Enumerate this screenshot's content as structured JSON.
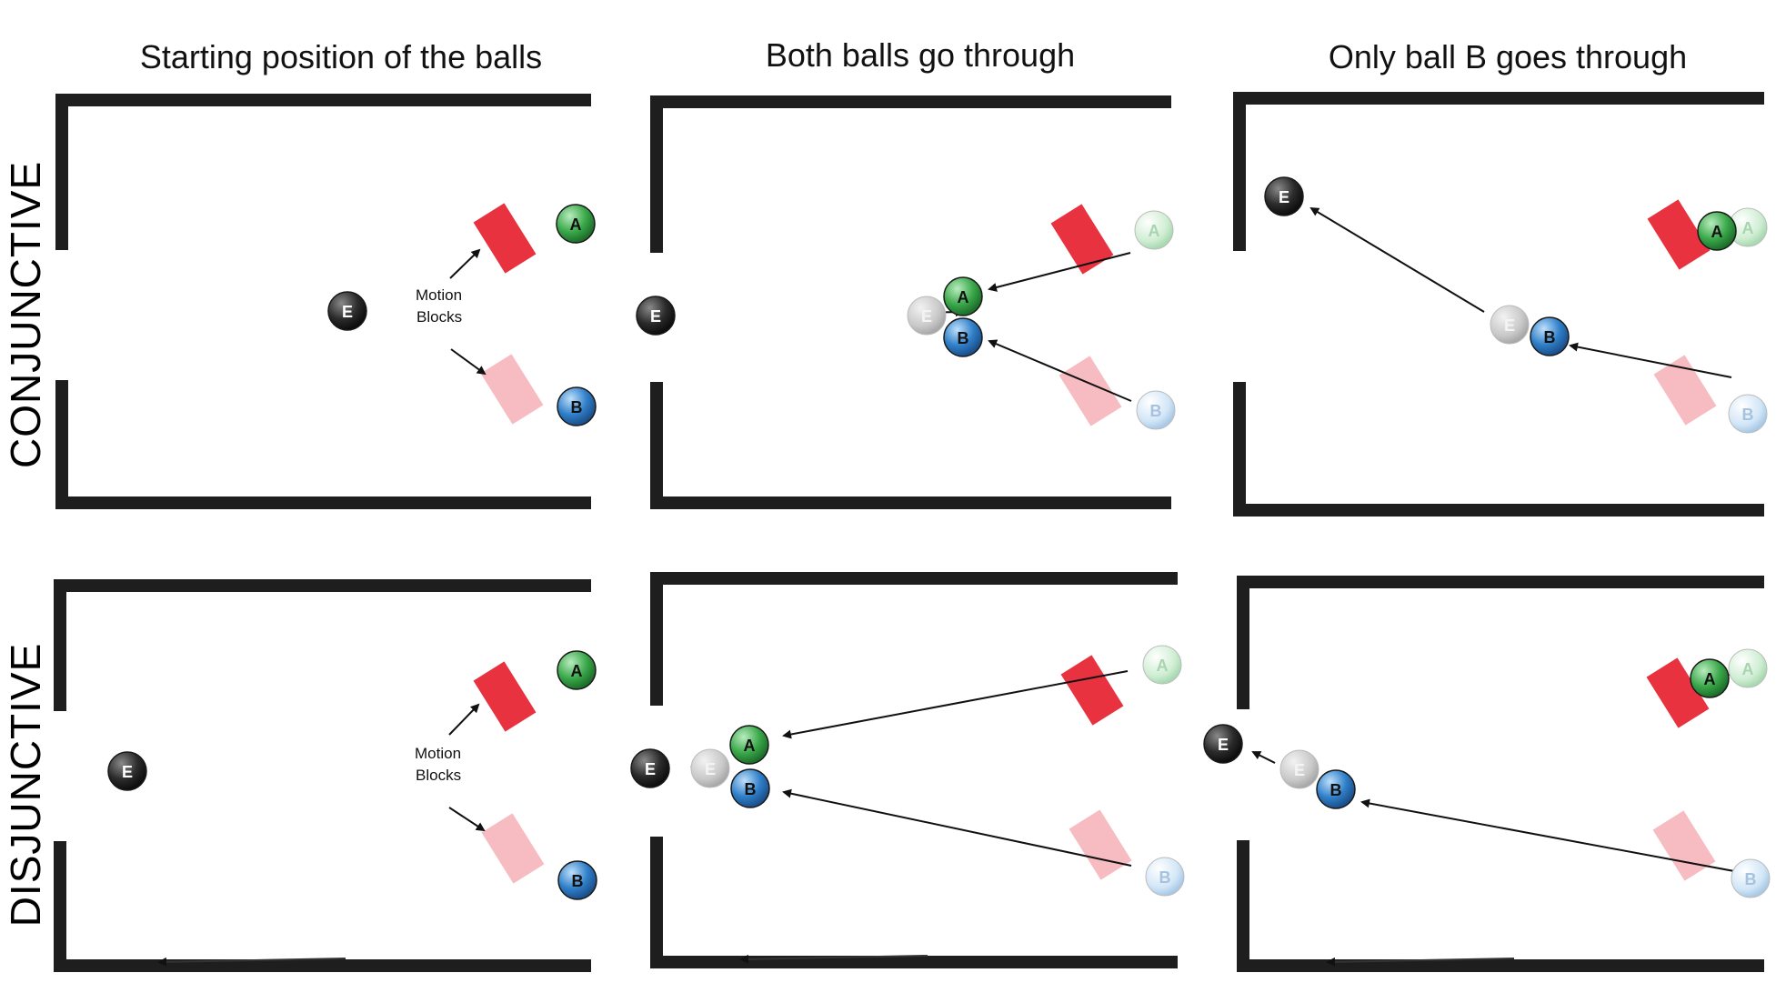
{
  "columns": [
    "Starting position of the balls",
    "Both balls go through",
    "Only ball B goes through"
  ],
  "rows": [
    "CONJUNCTIVE",
    "DISJUNCTIVE"
  ],
  "annotation": {
    "line1": "Motion",
    "line2": "Blocks"
  },
  "balls": {
    "A": "A",
    "B": "B",
    "E": "E"
  },
  "colors": {
    "ballA": "#3aa84a",
    "ballB": "#2f7fc9",
    "ballE": "#2b2b2b",
    "blockActive": "#e8323f",
    "blockInactive": "#f6bcc1",
    "ghost": "#c8c8c8",
    "wall": "#1e1e1e"
  }
}
